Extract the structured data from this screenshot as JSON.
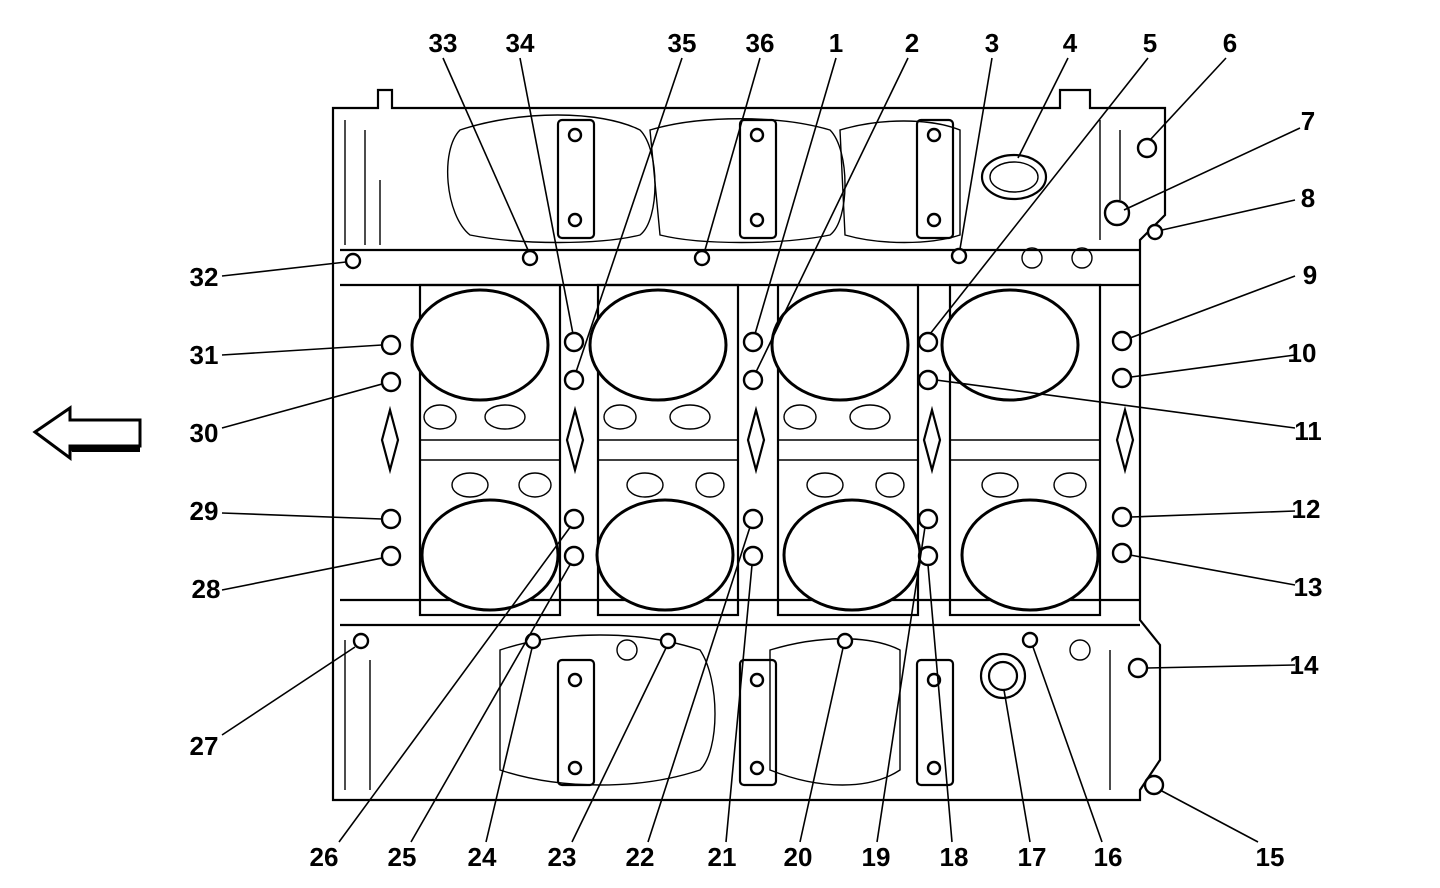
{
  "diagram": {
    "callouts": [
      {
        "id": "33",
        "label": "33"
      },
      {
        "id": "34",
        "label": "34"
      },
      {
        "id": "35",
        "label": "35"
      },
      {
        "id": "36",
        "label": "36"
      },
      {
        "id": "1",
        "label": "1"
      },
      {
        "id": "2",
        "label": "2"
      },
      {
        "id": "3",
        "label": "3"
      },
      {
        "id": "4",
        "label": "4"
      },
      {
        "id": "5",
        "label": "5"
      },
      {
        "id": "6",
        "label": "6"
      },
      {
        "id": "7",
        "label": "7"
      },
      {
        "id": "8",
        "label": "8"
      },
      {
        "id": "9",
        "label": "9"
      },
      {
        "id": "10",
        "label": "10"
      },
      {
        "id": "11",
        "label": "11"
      },
      {
        "id": "12",
        "label": "12"
      },
      {
        "id": "13",
        "label": "13"
      },
      {
        "id": "14",
        "label": "14"
      },
      {
        "id": "15",
        "label": "15"
      },
      {
        "id": "16",
        "label": "16"
      },
      {
        "id": "17",
        "label": "17"
      },
      {
        "id": "18",
        "label": "18"
      },
      {
        "id": "19",
        "label": "19"
      },
      {
        "id": "20",
        "label": "20"
      },
      {
        "id": "21",
        "label": "21"
      },
      {
        "id": "22",
        "label": "22"
      },
      {
        "id": "23",
        "label": "23"
      },
      {
        "id": "24",
        "label": "24"
      },
      {
        "id": "25",
        "label": "25"
      },
      {
        "id": "26",
        "label": "26"
      },
      {
        "id": "27",
        "label": "27"
      },
      {
        "id": "28",
        "label": "28"
      },
      {
        "id": "29",
        "label": "29"
      },
      {
        "id": "30",
        "label": "30"
      },
      {
        "id": "31",
        "label": "31"
      },
      {
        "id": "32",
        "label": "32"
      }
    ],
    "direction_arrow": {
      "icon": "left-arrow-icon"
    }
  }
}
